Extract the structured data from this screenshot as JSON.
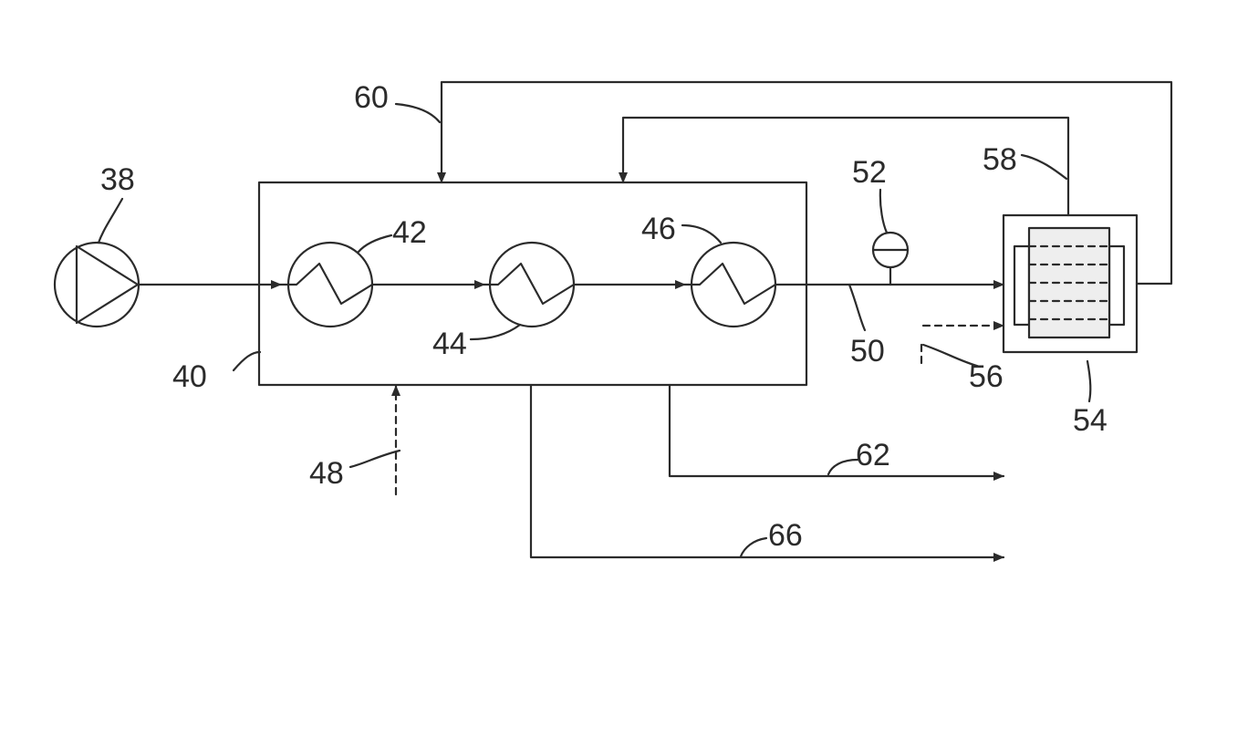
{
  "labels": {
    "pump": "38",
    "exchanger_housing": "40",
    "hx1": "42",
    "hx2": "44",
    "hx3": "46",
    "inlet_48": "48",
    "line_50": "50",
    "sensor": "52",
    "stack": "54",
    "inlet_56": "56",
    "return_58": "58",
    "return_60": "60",
    "outlet_62": "62",
    "outlet_66": "66"
  },
  "colors": {
    "stroke": "#2b2b2b",
    "background": "#ffffff",
    "stack_fill": "#eeeeee"
  }
}
